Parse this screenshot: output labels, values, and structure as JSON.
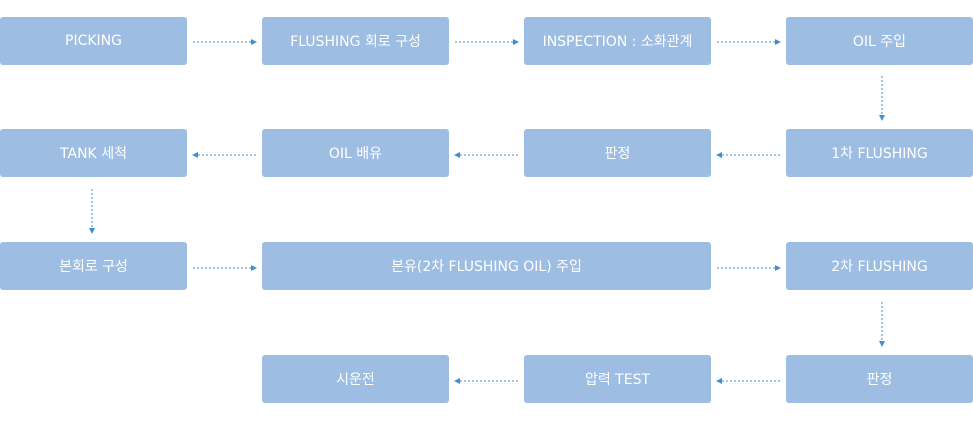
{
  "steps": {
    "picking": "PICKING",
    "flushing_circuit": "FLUSHING 회로 구성",
    "inspection": "INSPECTION : 소화관계",
    "oil_inject": "OIL 주입",
    "first_flushing": "1차 FLUSHING",
    "judge_1": "판정",
    "oil_drain": "OIL 배유",
    "tank_clean": "TANK 세척",
    "main_circuit": "본회로 구성",
    "main_oil_inject": "본유(2차 FLUSHING OIL) 주입",
    "second_flushing": "2차 FLUSHING",
    "judge_2": "판정",
    "pressure_test": "압력 TEST",
    "trial_run": "시운전"
  },
  "colors": {
    "box": "#9dbde3",
    "arrow": "#3d8fd1",
    "text": "#ffffff"
  }
}
